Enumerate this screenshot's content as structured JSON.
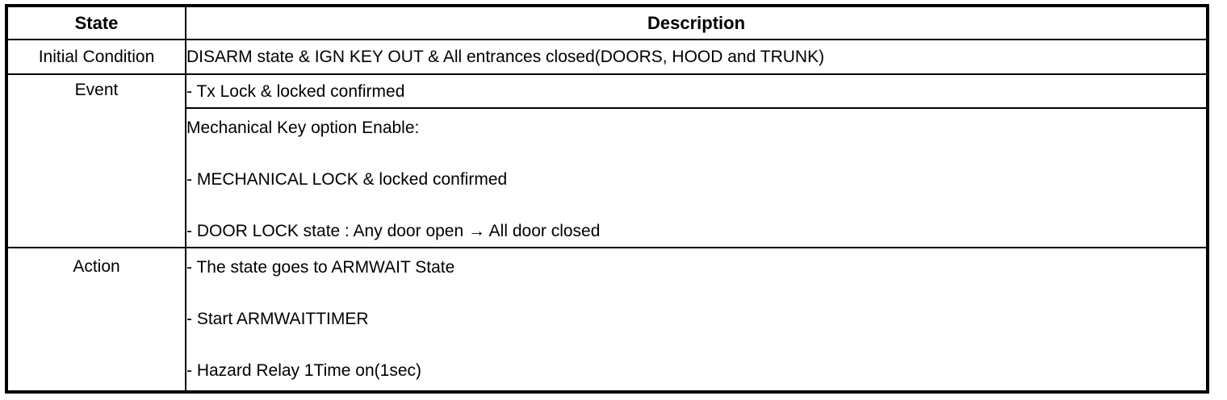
{
  "header": {
    "state": "State",
    "description": "Description"
  },
  "rows": [
    {
      "state": "Initial Condition",
      "description_lines": [
        "DISARM state & IGN KEY OUT & All entrances closed(DOORS, HOOD and TRUNK)"
      ]
    },
    {
      "state": "Event",
      "description_lines": [
        "- Tx Lock & locked confirmed"
      ]
    },
    {
      "description_lines": [
        "Mechanical Key option Enable:",
        "- MECHANICAL LOCK & locked confirmed",
        "- DOOR LOCK state : Any door open → All door closed"
      ]
    },
    {
      "state": "Action",
      "description_lines": [
        "- The state goes to ARMWAIT State",
        "- Start ARMWAITTIMER",
        "- Hazard Relay 1Time on(1sec)"
      ]
    }
  ],
  "colors": {
    "border": "#000000",
    "text": "#000000",
    "background": "#ffffff"
  }
}
